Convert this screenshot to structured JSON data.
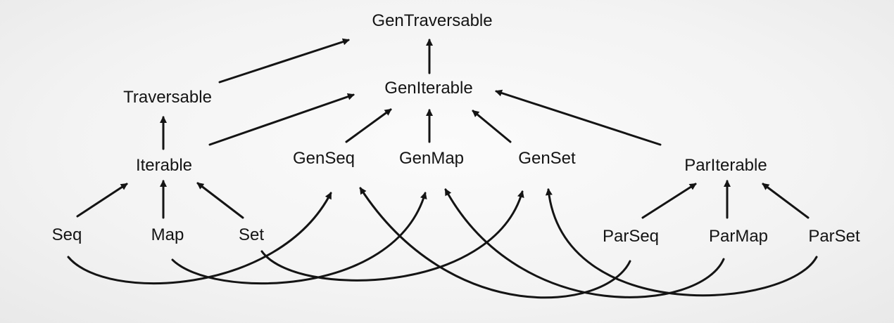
{
  "nodes": {
    "gentraversable": "GenTraversable",
    "traversable": "Traversable",
    "geniterable": "GenIterable",
    "iterable": "Iterable",
    "genseq": "GenSeq",
    "genmap": "GenMap",
    "genset": "GenSet",
    "pariterable": "ParIterable",
    "seq": "Seq",
    "map": "Map",
    "set": "Set",
    "parseq": "ParSeq",
    "parmap": "ParMap",
    "parset": "ParSet"
  },
  "edges": [
    {
      "from": "traversable",
      "to": "gentraversable"
    },
    {
      "from": "geniterable",
      "to": "gentraversable"
    },
    {
      "from": "iterable",
      "to": "traversable"
    },
    {
      "from": "iterable",
      "to": "geniterable"
    },
    {
      "from": "genseq",
      "to": "geniterable"
    },
    {
      "from": "genmap",
      "to": "geniterable"
    },
    {
      "from": "genset",
      "to": "geniterable"
    },
    {
      "from": "pariterable",
      "to": "geniterable"
    },
    {
      "from": "seq",
      "to": "iterable"
    },
    {
      "from": "map",
      "to": "iterable"
    },
    {
      "from": "set",
      "to": "iterable"
    },
    {
      "from": "parseq",
      "to": "pariterable"
    },
    {
      "from": "parmap",
      "to": "pariterable"
    },
    {
      "from": "parset",
      "to": "pariterable"
    },
    {
      "from": "seq",
      "to": "genseq"
    },
    {
      "from": "map",
      "to": "genmap"
    },
    {
      "from": "set",
      "to": "genset"
    },
    {
      "from": "parseq",
      "to": "genseq"
    },
    {
      "from": "parmap",
      "to": "genmap"
    },
    {
      "from": "parset",
      "to": "genset"
    }
  ],
  "colors": {
    "edge": "#141414",
    "text": "#141414",
    "background": "#f4f4f4"
  }
}
